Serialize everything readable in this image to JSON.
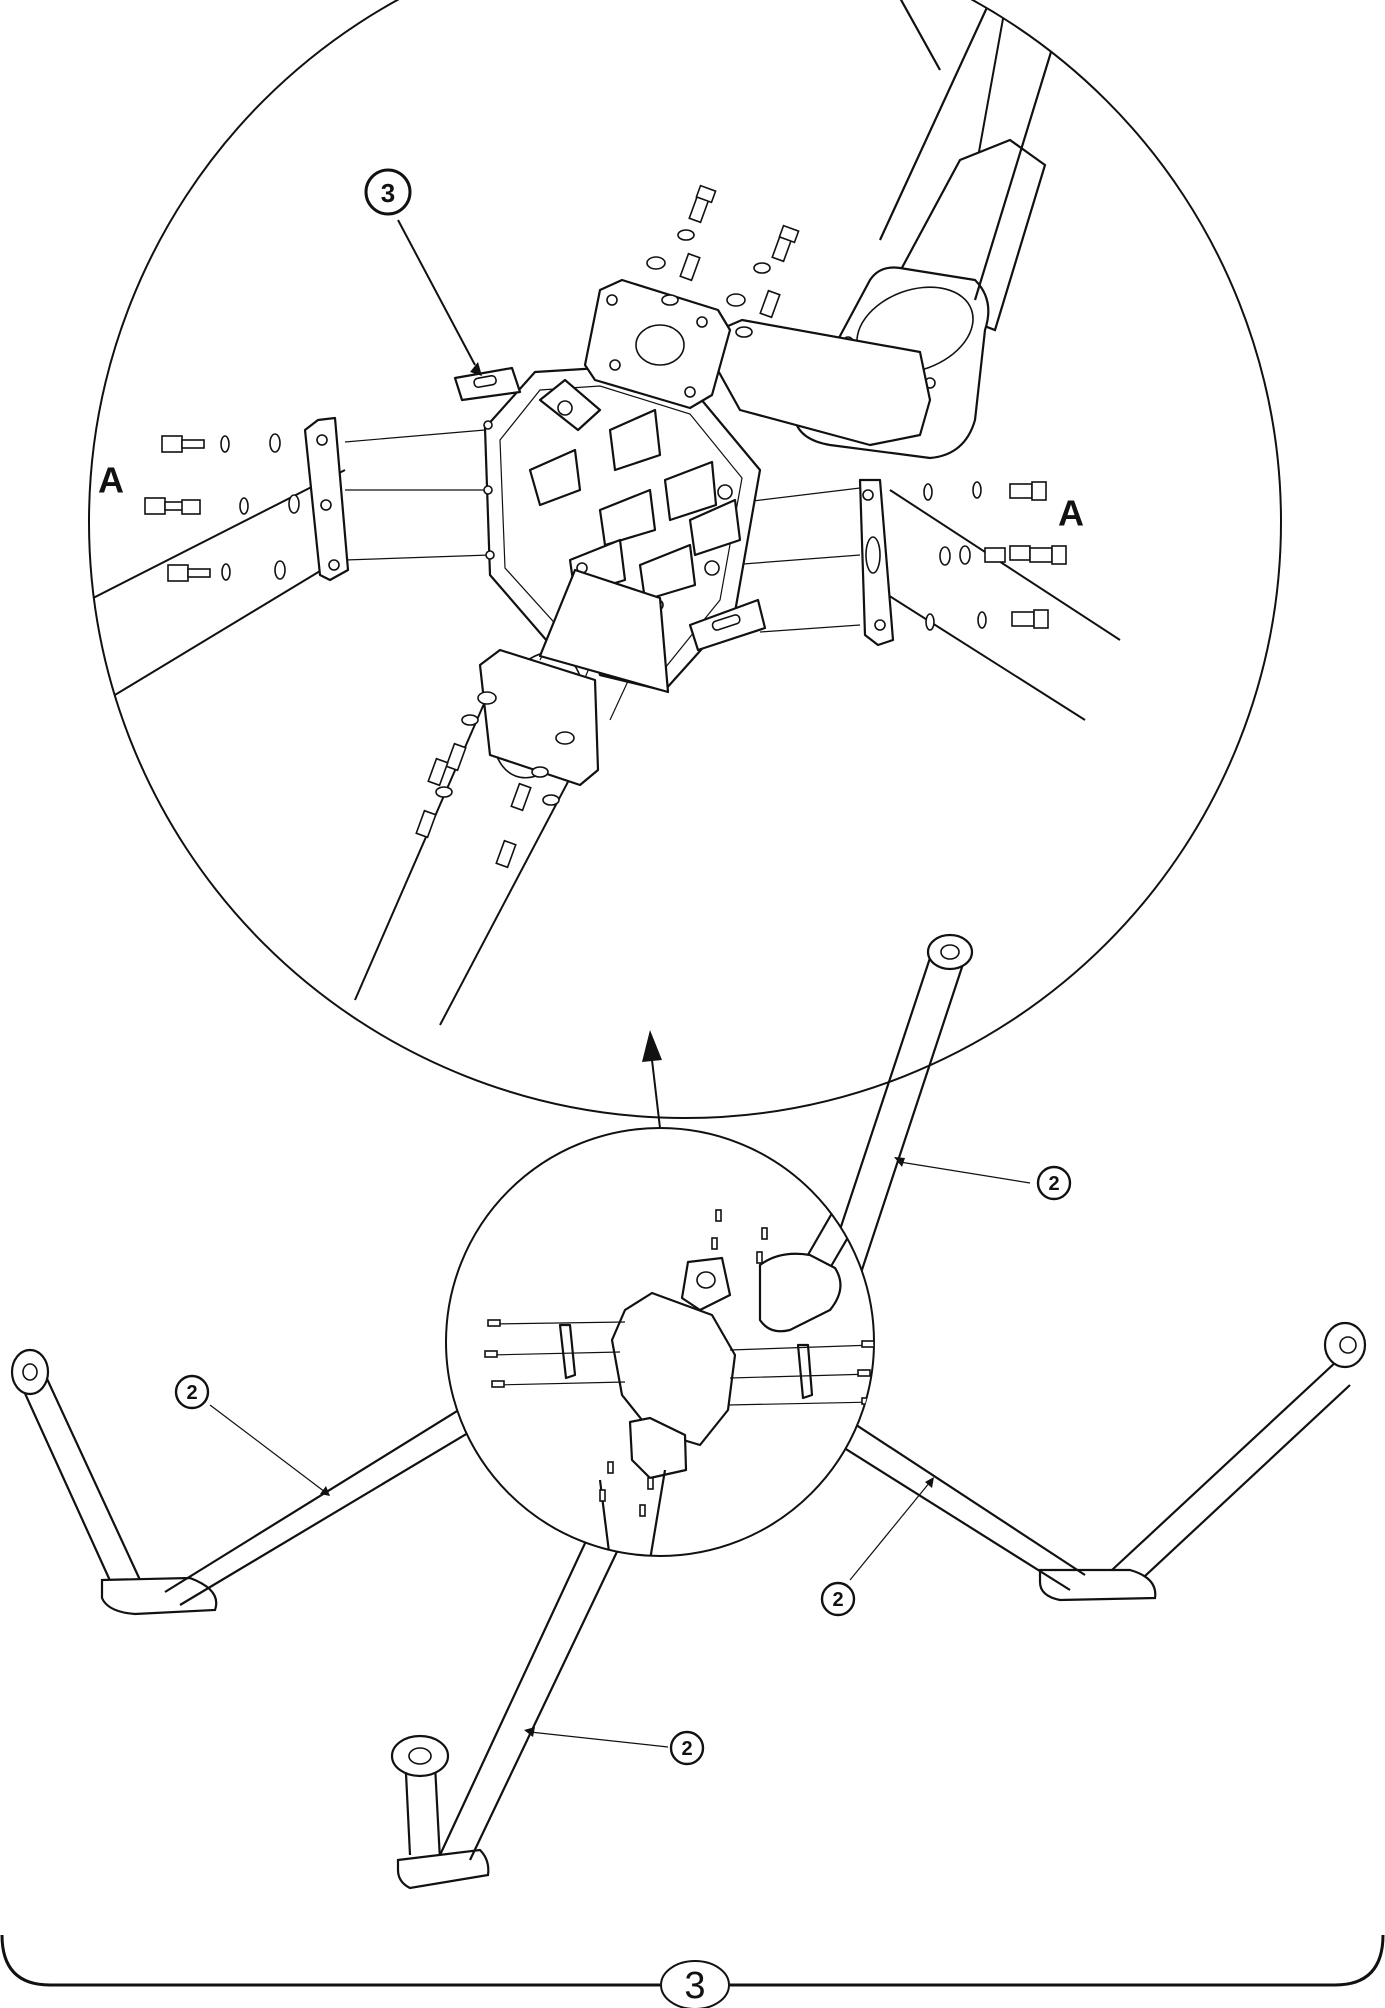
{
  "callouts": {
    "detail_part": "3",
    "leg_top_right": "2",
    "leg_left": "2",
    "leg_right": "2",
    "leg_bottom": "2"
  },
  "view_labels": {
    "left": "A",
    "right": "A"
  },
  "step": {
    "number": "3"
  }
}
